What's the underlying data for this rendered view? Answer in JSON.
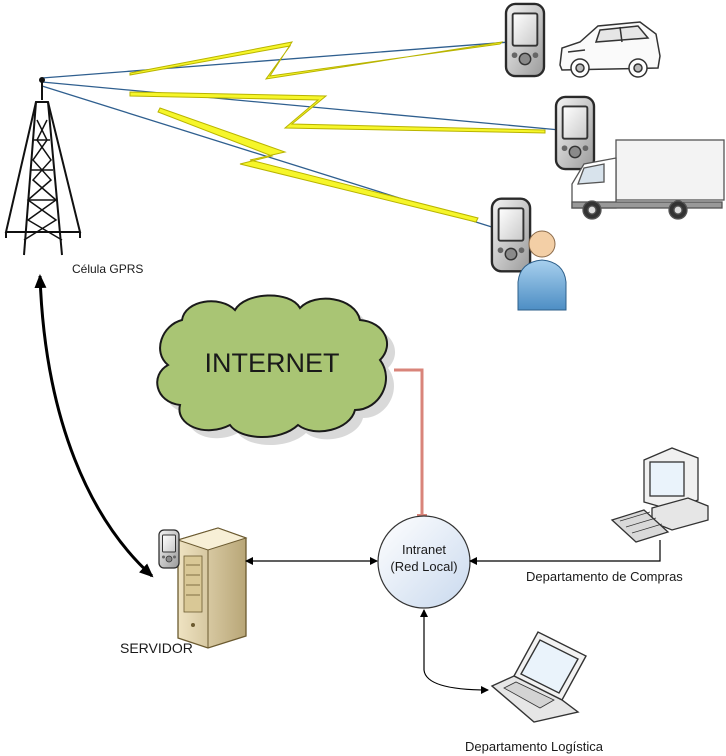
{
  "labels": {
    "tower": "Célula GPRS",
    "internet": "INTERNET",
    "intranet_line1": "Intranet",
    "intranet_line2": "(Red Local)",
    "server": "SERVIDOR",
    "purchasing": "Departamento de Compras",
    "logistics": "Departamento Logística"
  },
  "icons": {
    "tower": "cell-tower-icon",
    "device_car": "handheld-pda-icon",
    "car": "car-icon",
    "device_truck": "handheld-pda-icon",
    "truck": "truck-icon",
    "device_person": "handheld-pda-icon",
    "person": "user-icon",
    "cloud": "internet-cloud-icon",
    "server": "server-tower-icon",
    "desktop": "desktop-computer-icon",
    "laptop": "laptop-icon"
  },
  "colors": {
    "cloud_fill": "#a9c574",
    "lightning": "#f6f62a",
    "wireless_line": "#2f5f8f",
    "internet_link": "#d9847a",
    "intranet_fill": "#e3ecf7"
  }
}
